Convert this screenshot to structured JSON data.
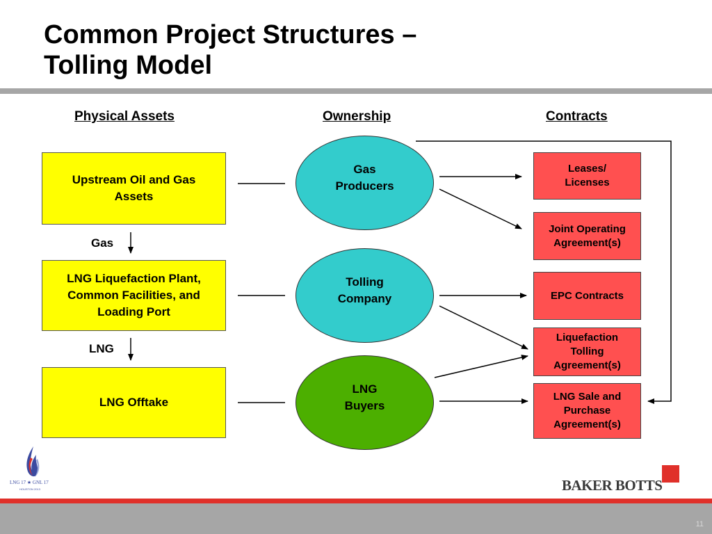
{
  "slide": {
    "title_line1": "Common Project Structures –",
    "title_line2": "Tolling Model",
    "page_number": "11"
  },
  "columns": {
    "physical": "Physical Assets",
    "ownership": "Ownership",
    "contracts": "Contracts"
  },
  "physical_assets": [
    {
      "line1": "Upstream Oil and Gas",
      "line2": "Assets",
      "line3": ""
    },
    {
      "line1": "LNG Liquefaction Plant,",
      "line2": "Common Facilities, and",
      "line3": "Loading Port"
    },
    {
      "line1": "LNG Offtake",
      "line2": "",
      "line3": ""
    }
  ],
  "flows": {
    "gas": "Gas",
    "lng": "LNG"
  },
  "ownership": [
    {
      "line1": "Gas",
      "line2": "Producers",
      "color": "#33cccc"
    },
    {
      "line1": "Tolling",
      "line2": "Company",
      "color": "#33cccc"
    },
    {
      "line1": "LNG",
      "line2": "Buyers",
      "color": "#4caf00"
    }
  ],
  "contracts": [
    {
      "line1": "Leases/",
      "line2": "Licenses",
      "line3": ""
    },
    {
      "line1": "Joint Operating",
      "line2": "Agreement(s)",
      "line3": ""
    },
    {
      "line1": "EPC Contracts",
      "line2": "",
      "line3": ""
    },
    {
      "line1": "Liquefaction",
      "line2": "Tolling",
      "line3": "Agreement(s)"
    },
    {
      "line1": "LNG Sale and",
      "line2": "Purchase",
      "line3": "Agreement(s)"
    }
  ],
  "branding": {
    "firm": "BAKER BOTTS",
    "event_logo_text": "LNG 17 ★ GNL 17",
    "event_logo_sub": "HOUSTON 2013",
    "accent_red": "#e0302a",
    "box_yellow": "#ffff00",
    "box_red": "#ff5050"
  }
}
